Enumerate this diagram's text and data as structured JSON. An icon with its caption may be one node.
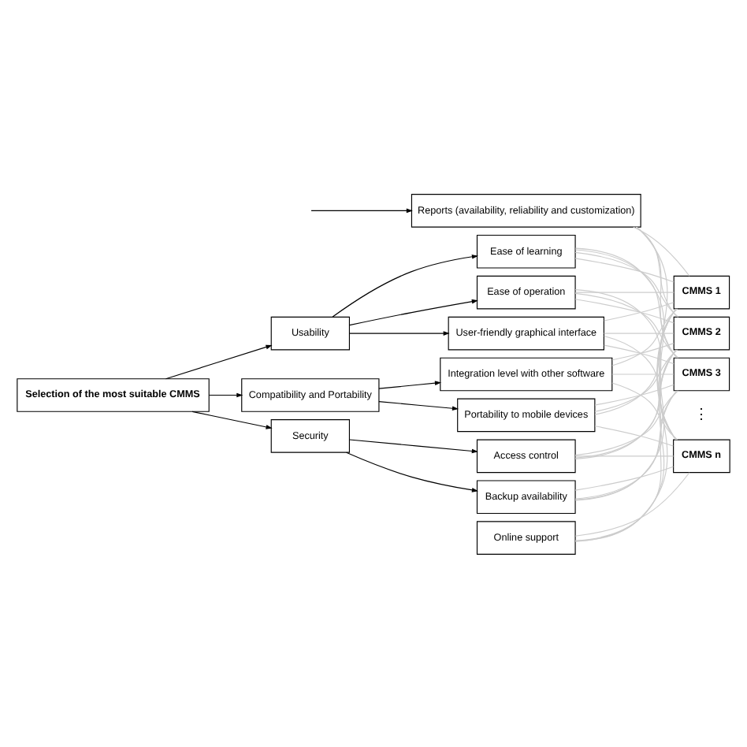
{
  "diagram": {
    "nodes": [
      {
        "text": [
          "Selection of the most suitable CMMS"
        ]
      },
      {
        "text": [
          "Usability"
        ]
      },
      {
        "text": [
          "Compatibility and Portability"
        ]
      },
      {
        "text": [
          "Security"
        ]
      },
      {
        "text": [
          "Reports (availability, reliability and customization)"
        ]
      },
      {
        "text": [
          "Ease of learning"
        ]
      },
      {
        "text": [
          "Ease of operation"
        ]
      },
      {
        "text": [
          "User-friendly graphical interface"
        ]
      },
      {
        "text": [
          "Integration level with other software"
        ]
      },
      {
        "text": [
          "Portability to mobile devices"
        ]
      },
      {
        "text": [
          "Access control"
        ]
      },
      {
        "text": [
          "Backup availability"
        ]
      },
      {
        "text": [
          "Online support"
        ]
      },
      {
        "text": [
          "CMMS 1"
        ]
      },
      {
        "text": [
          "CMMS 2"
        ]
      },
      {
        "text": [
          "CMMS 3"
        ]
      },
      {
        "text": [
          "CMMS n"
        ]
      }
    ],
    "edges": [
      {
        "from": 0,
        "to": 1,
        "arrow": "to",
        "color": "#000000"
      },
      {
        "from": 0,
        "to": 2,
        "arrow": "to",
        "color": "#000000"
      },
      {
        "from": 0,
        "to": 3,
        "arrow": "to",
        "color": "#000000"
      },
      {
        "from": null,
        "to": 4,
        "arrow": "to",
        "color": "#000000"
      },
      {
        "from": 1,
        "to": 5,
        "arrow": "to",
        "color": "#000000"
      },
      {
        "from": 1,
        "to": 6,
        "arrow": "to",
        "color": "#000000"
      },
      {
        "from": 1,
        "to": 7,
        "arrow": "to",
        "color": "#000000"
      },
      {
        "from": 2,
        "to": 8,
        "arrow": "to",
        "color": "#000000"
      },
      {
        "from": 2,
        "to": 9,
        "arrow": "to",
        "color": "#000000"
      },
      {
        "from": 3,
        "to": 10,
        "arrow": "to",
        "color": "#000000"
      },
      {
        "from": 3,
        "to": 11,
        "arrow": "to",
        "color": "#000000"
      },
      {
        "from": 4,
        "to": 13,
        "arrow": "none",
        "color": "#cccccc"
      },
      {
        "from": 4,
        "to": 14,
        "arrow": "none",
        "color": "#cccccc"
      },
      {
        "from": 4,
        "to": 15,
        "arrow": "none",
        "color": "#cccccc"
      },
      {
        "from": 4,
        "to": 16,
        "arrow": "none",
        "color": "#cccccc"
      },
      {
        "from": 5,
        "to": 13,
        "arrow": "none",
        "color": "#cccccc"
      },
      {
        "from": 5,
        "to": 14,
        "arrow": "none",
        "color": "#cccccc"
      },
      {
        "from": 5,
        "to": 15,
        "arrow": "none",
        "color": "#cccccc"
      },
      {
        "from": 5,
        "to": 16,
        "arrow": "none",
        "color": "#cccccc"
      },
      {
        "from": 6,
        "to": 13,
        "arrow": "none",
        "color": "#cccccc"
      },
      {
        "from": 6,
        "to": 14,
        "arrow": "none",
        "color": "#cccccc"
      },
      {
        "from": 6,
        "to": 15,
        "arrow": "none",
        "color": "#cccccc"
      },
      {
        "from": 6,
        "to": 16,
        "arrow": "none",
        "color": "#cccccc"
      },
      {
        "from": 7,
        "to": 13,
        "arrow": "none",
        "color": "#cccccc"
      },
      {
        "from": 7,
        "to": 14,
        "arrow": "none",
        "color": "#cccccc"
      },
      {
        "from": 7,
        "to": 15,
        "arrow": "none",
        "color": "#cccccc"
      },
      {
        "from": 7,
        "to": 16,
        "arrow": "none",
        "color": "#cccccc"
      },
      {
        "from": 8,
        "to": 13,
        "arrow": "none",
        "color": "#cccccc"
      },
      {
        "from": 8,
        "to": 14,
        "arrow": "none",
        "color": "#cccccc"
      },
      {
        "from": 8,
        "to": 15,
        "arrow": "none",
        "color": "#cccccc"
      },
      {
        "from": 8,
        "to": 16,
        "arrow": "none",
        "color": "#cccccc"
      },
      {
        "from": 9,
        "to": 13,
        "arrow": "none",
        "color": "#cccccc"
      },
      {
        "from": 9,
        "to": 14,
        "arrow": "none",
        "color": "#cccccc"
      },
      {
        "from": 9,
        "to": 15,
        "arrow": "none",
        "color": "#cccccc"
      },
      {
        "from": 9,
        "to": 16,
        "arrow": "none",
        "color": "#cccccc"
      },
      {
        "from": 10,
        "to": 13,
        "arrow": "none",
        "color": "#cccccc"
      },
      {
        "from": 10,
        "to": 14,
        "arrow": "none",
        "color": "#cccccc"
      },
      {
        "from": 10,
        "to": 15,
        "arrow": "none",
        "color": "#cccccc"
      },
      {
        "from": 10,
        "to": 16,
        "arrow": "none",
        "color": "#cccccc"
      },
      {
        "from": 11,
        "to": 13,
        "arrow": "none",
        "color": "#cccccc"
      },
      {
        "from": 11,
        "to": 14,
        "arrow": "none",
        "color": "#cccccc"
      },
      {
        "from": 11,
        "to": 15,
        "arrow": "none",
        "color": "#cccccc"
      },
      {
        "from": 11,
        "to": 16,
        "arrow": "none",
        "color": "#cccccc"
      },
      {
        "from": 12,
        "to": 13,
        "arrow": "none",
        "color": "#cccccc"
      },
      {
        "from": 12,
        "to": 14,
        "arrow": "none",
        "color": "#cccccc"
      },
      {
        "from": 12,
        "to": 15,
        "arrow": "none",
        "color": "#cccccc"
      },
      {
        "from": 12,
        "to": 16,
        "arrow": "none",
        "color": "#cccccc"
      }
    ],
    "labels": [
      "⋮"
    ]
  }
}
